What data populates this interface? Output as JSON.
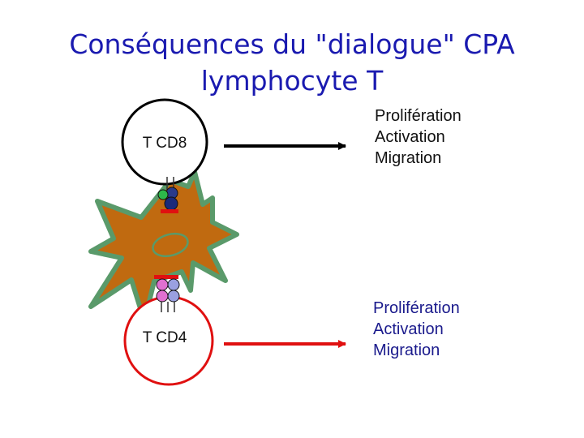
{
  "title": {
    "line1": "Conséquences du \"dialogue\" CPA",
    "line2": "lymphocyte T"
  },
  "cd8": {
    "label": "T CD8",
    "outcomes": [
      "Prolifération",
      "Activation",
      "Migration"
    ]
  },
  "cd4": {
    "label": "T CD4",
    "outcomes": [
      "Prolifération",
      "Activation",
      "Migration"
    ]
  },
  "colors": {
    "title": "#1a1ab0",
    "cd8_circle": "#000000",
    "cd4_circle": "#e01010",
    "cell": "#c06a10",
    "cell_border": "#5a9a6a",
    "arrow_top": "#000000",
    "arrow_bottom": "#e01010"
  }
}
